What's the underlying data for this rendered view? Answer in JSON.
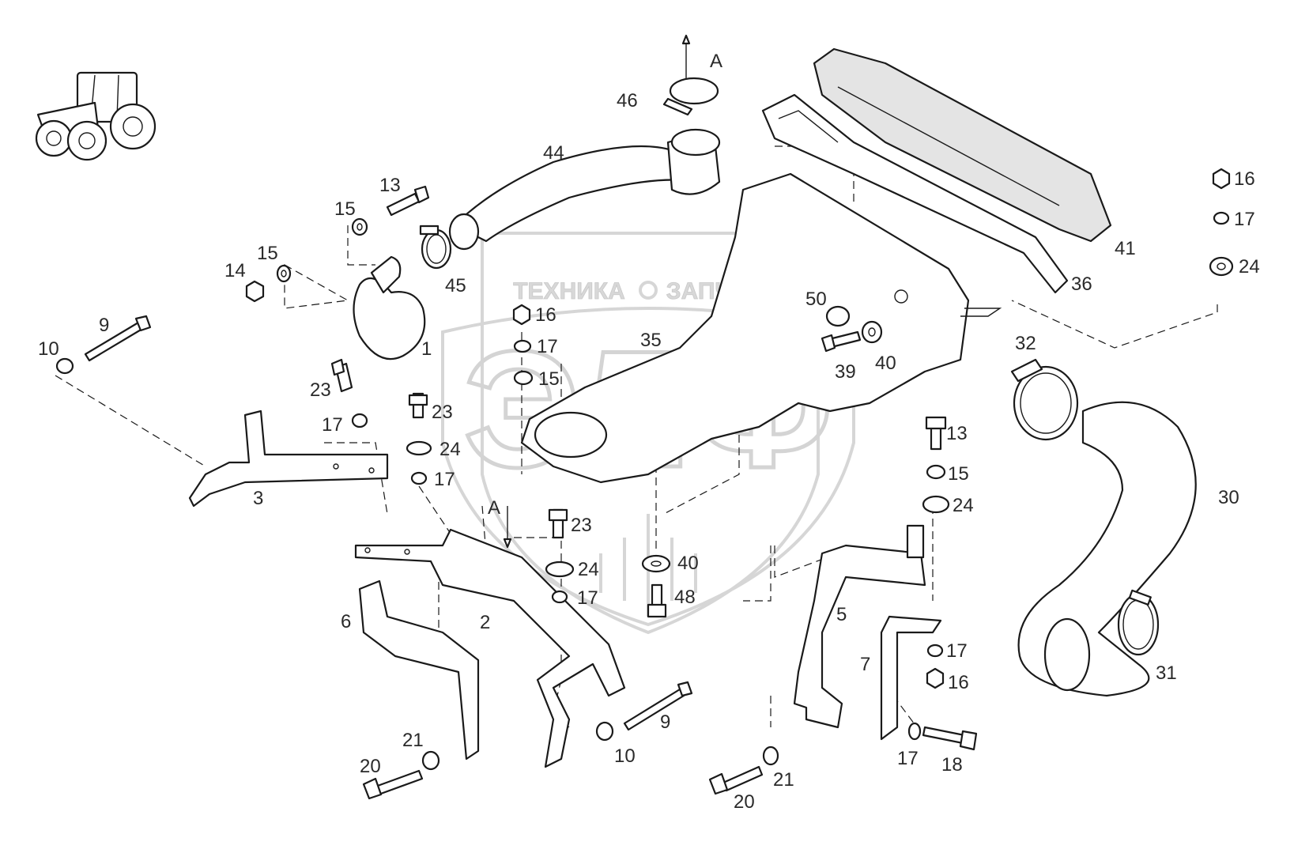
{
  "watermark": {
    "line1_left": "ТЕХНИКА",
    "line1_right": "ЗАПЧАСТИ",
    "logo_letters": "ЭЛФ"
  },
  "view_markers": [
    {
      "id": "view-a-top",
      "text": "A"
    },
    {
      "id": "view-a-mid",
      "text": "A"
    }
  ],
  "callouts": [
    {
      "id": "c1",
      "text": "1"
    },
    {
      "id": "c2",
      "text": "2"
    },
    {
      "id": "c3",
      "text": "3"
    },
    {
      "id": "c5",
      "text": "5"
    },
    {
      "id": "c6",
      "text": "6"
    },
    {
      "id": "c7",
      "text": "7"
    },
    {
      "id": "c9a",
      "text": "9"
    },
    {
      "id": "c9b",
      "text": "9"
    },
    {
      "id": "c10a",
      "text": "10"
    },
    {
      "id": "c10b",
      "text": "10"
    },
    {
      "id": "c13a",
      "text": "13"
    },
    {
      "id": "c13b",
      "text": "13"
    },
    {
      "id": "c14",
      "text": "14"
    },
    {
      "id": "c15a",
      "text": "15"
    },
    {
      "id": "c15b",
      "text": "15"
    },
    {
      "id": "c15c",
      "text": "15"
    },
    {
      "id": "c15d",
      "text": "15"
    },
    {
      "id": "c16a",
      "text": "16"
    },
    {
      "id": "c16b",
      "text": "16"
    },
    {
      "id": "c16c",
      "text": "16"
    },
    {
      "id": "c17a",
      "text": "17"
    },
    {
      "id": "c17b",
      "text": "17"
    },
    {
      "id": "c17c",
      "text": "17"
    },
    {
      "id": "c17d",
      "text": "17"
    },
    {
      "id": "c17e",
      "text": "17"
    },
    {
      "id": "c17f",
      "text": "17"
    },
    {
      "id": "c17g",
      "text": "17"
    },
    {
      "id": "c18",
      "text": "18"
    },
    {
      "id": "c20a",
      "text": "20"
    },
    {
      "id": "c20b",
      "text": "20"
    },
    {
      "id": "c21a",
      "text": "21"
    },
    {
      "id": "c21b",
      "text": "21"
    },
    {
      "id": "c23a",
      "text": "23"
    },
    {
      "id": "c23b",
      "text": "23"
    },
    {
      "id": "c23c",
      "text": "23"
    },
    {
      "id": "c24a",
      "text": "24"
    },
    {
      "id": "c24b",
      "text": "24"
    },
    {
      "id": "c24c",
      "text": "24"
    },
    {
      "id": "c24d",
      "text": "24"
    },
    {
      "id": "c30",
      "text": "30"
    },
    {
      "id": "c31",
      "text": "31"
    },
    {
      "id": "c32",
      "text": "32"
    },
    {
      "id": "c35",
      "text": "35"
    },
    {
      "id": "c36",
      "text": "36"
    },
    {
      "id": "c39",
      "text": "39"
    },
    {
      "id": "c40a",
      "text": "40"
    },
    {
      "id": "c40b",
      "text": "40"
    },
    {
      "id": "c41",
      "text": "41"
    },
    {
      "id": "c44",
      "text": "44"
    },
    {
      "id": "c45",
      "text": "45"
    },
    {
      "id": "c46",
      "text": "46"
    },
    {
      "id": "c48",
      "text": "48"
    },
    {
      "id": "c50",
      "text": "50"
    }
  ]
}
